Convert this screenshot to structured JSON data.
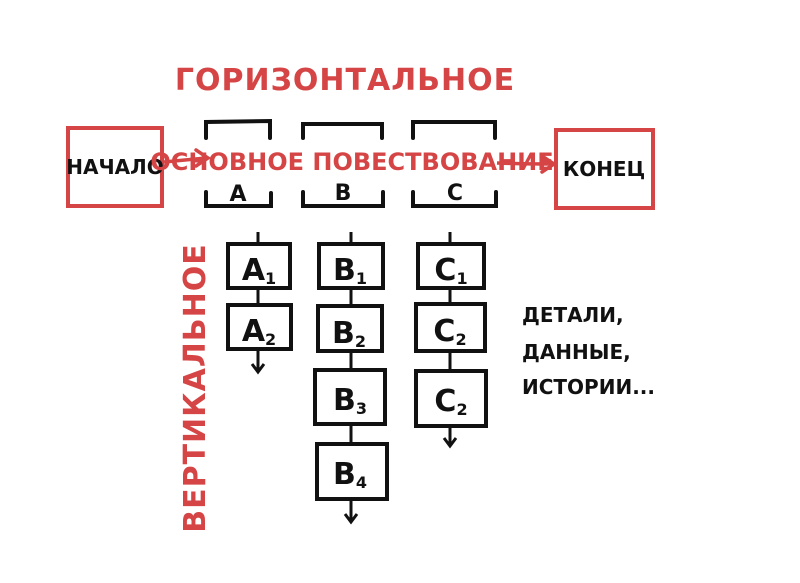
{
  "title_horizontal": "ГОРИЗОНТАЛЬНОЕ",
  "title_vertical": "ВЕРТИКАЛЬНОЕ",
  "start_label": "НАЧАЛО",
  "end_label": "КОНЕЦ",
  "main_story_label": "ОСНОВНОЕ ПОВЕСТВОВАНИЕ",
  "columns": [
    {
      "label": "A",
      "items": [
        {
          "base": "A",
          "sub": "1"
        },
        {
          "base": "A",
          "sub": "2"
        }
      ]
    },
    {
      "label": "B",
      "items": [
        {
          "base": "B",
          "sub": "1"
        },
        {
          "base": "B",
          "sub": "2"
        },
        {
          "base": "B",
          "sub": "3"
        },
        {
          "base": "B",
          "sub": "4"
        }
      ]
    },
    {
      "label": "C",
      "items": [
        {
          "base": "C",
          "sub": "1"
        },
        {
          "base": "C",
          "sub": "2"
        },
        {
          "base": "C",
          "sub": "2"
        }
      ]
    }
  ],
  "side_note_lines": [
    "ДЕТАЛИ,",
    "ДАННЫЕ,",
    "ИСТОРИИ..."
  ],
  "colors": {
    "accent": "#d64545",
    "ink": "#111111"
  }
}
